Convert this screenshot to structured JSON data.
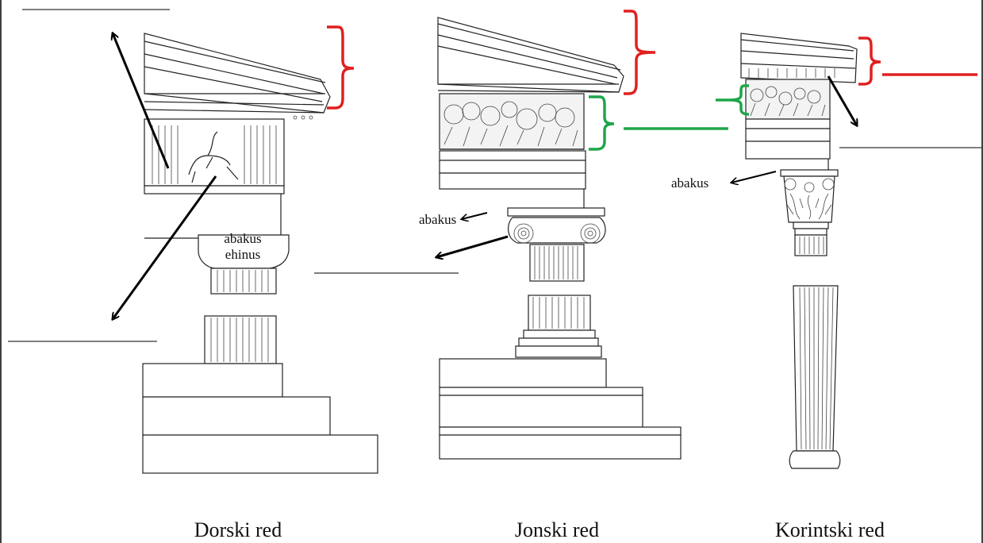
{
  "colors": {
    "bracket_red": "#e02020",
    "bracket_green": "#1fa64a",
    "arrow": "#000000",
    "line_art": "#222222"
  },
  "labels": {
    "doric_abakus": "abakus",
    "doric_ehinus": "ehinus",
    "ionic_abakus": "abakus",
    "corinthian_abakus": "abakus"
  },
  "captions": {
    "doric": "Dorski red",
    "ionic": "Jonski red",
    "corinthian": "Korintski red"
  }
}
